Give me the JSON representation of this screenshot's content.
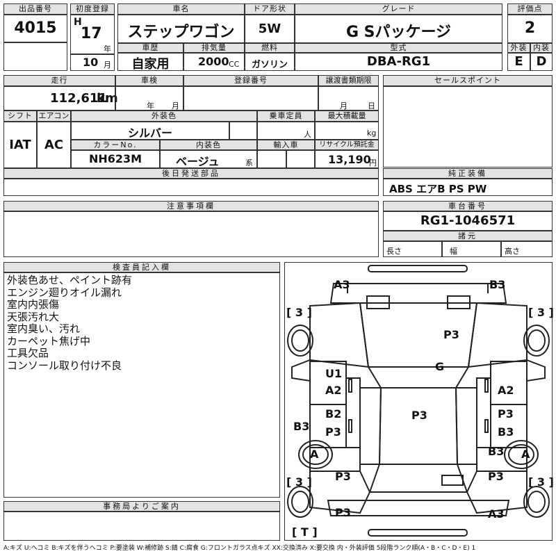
{
  "header": {
    "lot_label": "出品番号",
    "lot_value": "4015",
    "first_reg_label": "初度登録",
    "era": "H",
    "year": "17",
    "nen": "年",
    "month": "10",
    "tsuki": "月",
    "car_name_label": "車名",
    "car_name": "ステップワゴン",
    "door_label": "ドア形状",
    "door": "5W",
    "grade_label": "グレード",
    "grade": "G Sパッケージ",
    "score_label": "評価点",
    "score": "2",
    "history_label": "車歴",
    "history": "自家用",
    "displacement_label": "排気量",
    "displacement": "2000",
    "cc": "CC",
    "fuel_label": "燃料",
    "fuel": "ガソリン",
    "model_label": "型式",
    "model": "DBA-RG1",
    "ext_label": "外装",
    "ext_score": "E",
    "int_label": "内装",
    "int_score": "D"
  },
  "row2": {
    "mileage_label": "走行",
    "mileage": "112,611",
    "km": "km",
    "inspection_label": "車検",
    "nen": "年",
    "tsuki": "月",
    "registration_label": "登録番号",
    "transfer_label": "譲渡書類期限",
    "tsuki2": "月",
    "hi": "日",
    "sales_label": "セールスポイント"
  },
  "row3": {
    "shift_label": "シフト",
    "shift": "IAT",
    "ac_label": "エアコン",
    "ac": "AC",
    "ext_color_label": "外装色",
    "ext_color": "シルバー",
    "capacity_label": "乗車定員",
    "capacity_unit": "人",
    "max_load_label": "最大積載量",
    "max_load_unit": "kg",
    "color_no_label": "カラーNo.",
    "color_no": "NH623M",
    "int_color_label": "内装色",
    "int_color": "ベージュ",
    "kei": "系",
    "import_label": "輸入車",
    "recycle_label": "リサイクル預託金",
    "recycle": "13,190",
    "yen": "円"
  },
  "later_parts_label": "後日発送部品",
  "genuine_label": "純正装備",
  "genuine": "ABS エアB PS PW",
  "notes_label": "注意事項欄",
  "chassis_label": "車台番号",
  "chassis": "RG1-1046571",
  "specs_label": "諸元",
  "length": "長さ",
  "width": "幅",
  "height": "高さ",
  "inspector_label": "検査員記入欄",
  "comments": [
    "外装色あせ、ペイント跡有",
    "エンジン廻りオイル漏れ",
    "室内内張傷",
    "天張汚れ大",
    "室内臭い、汚れ",
    "カーペット焦げ中",
    "工具欠品",
    "コンソール取り付け不良"
  ],
  "office_label": "事務局よりご案内",
  "diagram": {
    "a3_fl": "A3",
    "b3_fr": "B3",
    "bracket_l_top": "[ 3 ]",
    "bracket_r_top": "[ 3 ]",
    "p3_hood": "P3",
    "g": "G",
    "u1": "U1",
    "a2_l": "A2",
    "a2_r": "A2",
    "b2": "B2",
    "p3_l1": "P3",
    "p3_r1": "P3",
    "b3_l": "B3",
    "b3_r": "B3",
    "p3_roof": "P3",
    "a_l": "A",
    "a_r": "A",
    "b3_r2": "B3",
    "bracket_l_bot": "[ 3 ]",
    "bracket_r_bot": "[ 3 ]",
    "p3_l2": "P3",
    "p3_r2": "P3",
    "p3_rear": "P3",
    "a3_rear": "A3",
    "bracket_t": "[ T ]"
  },
  "legend": "A:キズ U:ヘコミ B:キズを伴うヘコミ P:要塗装 W:補修跡 S:錆 C:腐食 G:フロントガラス点キズ XX:交換済み X:要交換 内・外装評価 5段階ランク順(A・B・C・D・E) 1"
}
